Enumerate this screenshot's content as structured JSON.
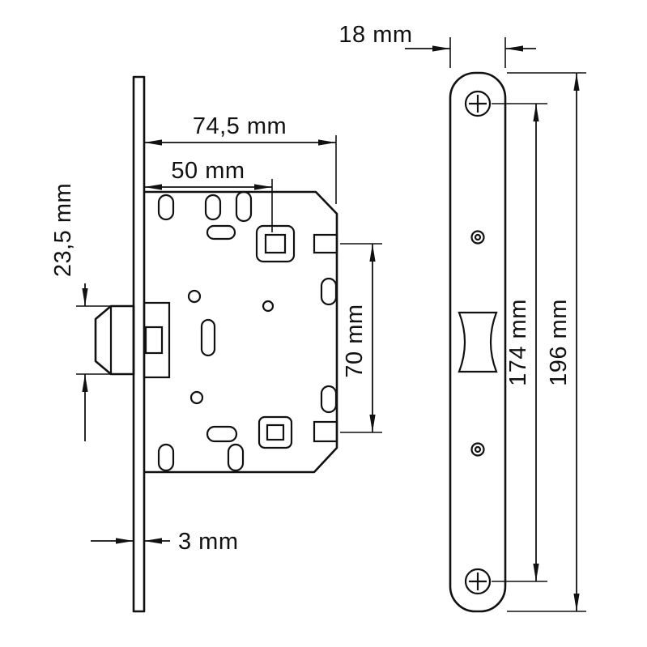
{
  "page": {
    "background": "#ffffff",
    "line_color": "#111111"
  },
  "drawing": {
    "labels": {
      "case_depth": "74,5 mm",
      "backset": "50 mm",
      "latch_height": "23,5 mm",
      "hole_center_distance": "70 mm",
      "faceplate_thickness": "3 mm",
      "faceplate_width": "18 mm",
      "screw_center_distance": "174 mm",
      "faceplate_length": "196 mm"
    }
  }
}
